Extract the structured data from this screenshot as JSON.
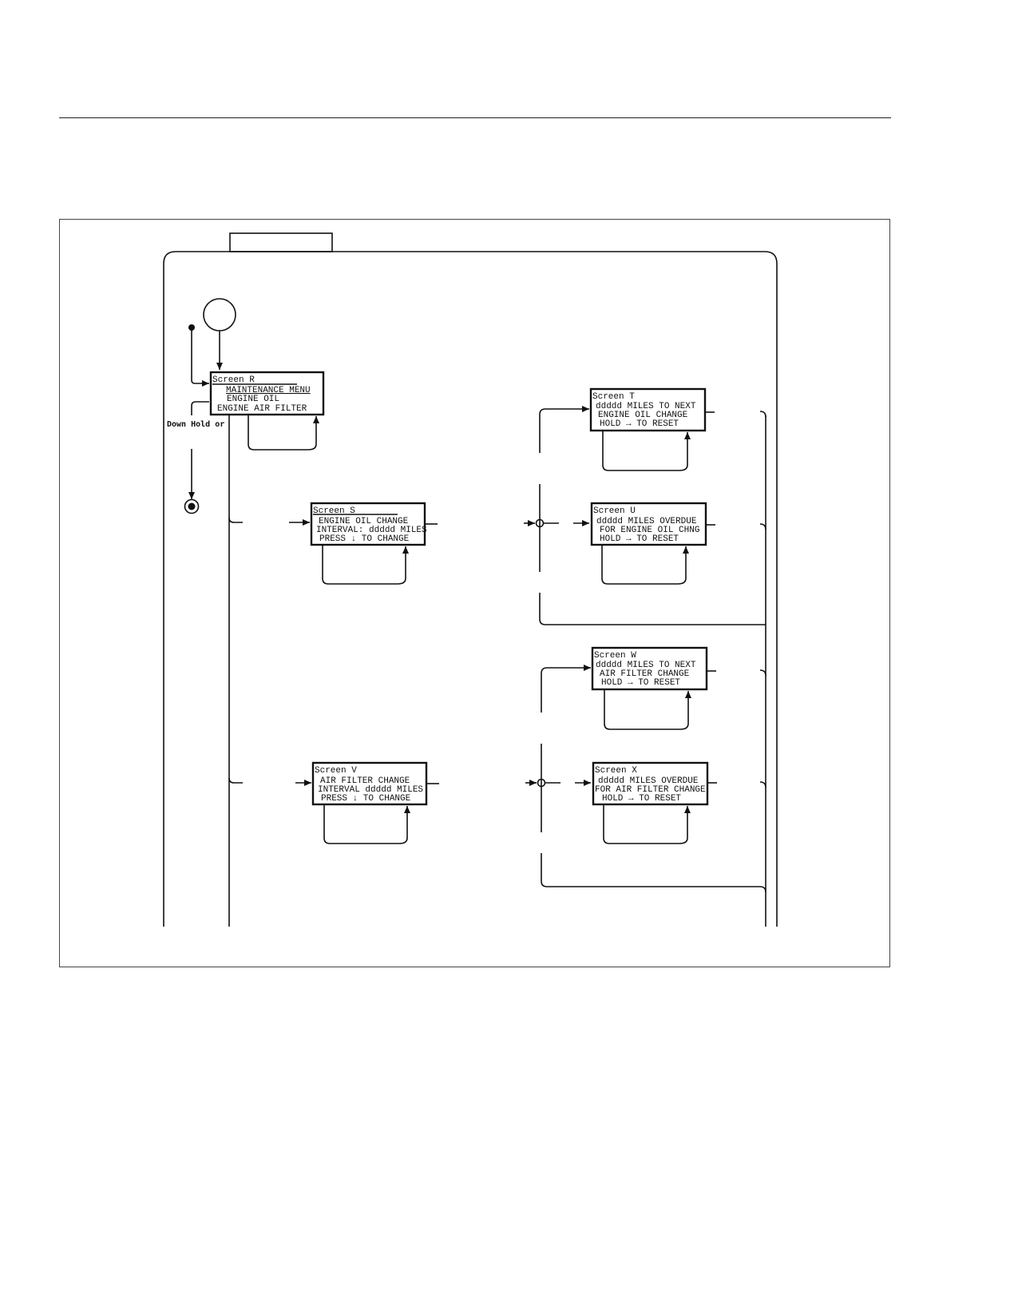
{
  "side_label": "Down Hold or",
  "screens": {
    "r": {
      "title": "Screen R",
      "lines": [
        "MAINTENANCE MENU",
        "ENGINE OIL",
        "ENGINE AIR FILTER"
      ]
    },
    "s": {
      "title": "Screen S",
      "lines": [
        "ENGINE OIL CHANGE",
        "INTERVAL: ddddd MILES",
        "PRESS ↓ TO CHANGE"
      ]
    },
    "t": {
      "title": "Screen T",
      "lines": [
        "ddddd MILES TO NEXT",
        "ENGINE OIL CHANGE",
        "HOLD →   TO RESET"
      ]
    },
    "u": {
      "title": "Screen U",
      "lines": [
        "ddddd MILES OVERDUE",
        "FOR ENGINE OIL CHNG",
        "HOLD →   TO RESET"
      ]
    },
    "v": {
      "title": "Screen V",
      "lines": [
        "AIR FILTER CHANGE",
        "INTERVAL ddddd MILES",
        "PRESS ↓ TO CHANGE"
      ]
    },
    "w": {
      "title": "Screen W",
      "lines": [
        "ddddd MILES TO NEXT",
        "AIR FILTER CHANGE",
        "HOLD →   TO RESET"
      ]
    },
    "x": {
      "title": "Screen X",
      "lines": [
        "ddddd MILES OVERDUE",
        "FOR AIR FILTER CHANGE",
        "HOLD →   TO RESET"
      ]
    }
  }
}
